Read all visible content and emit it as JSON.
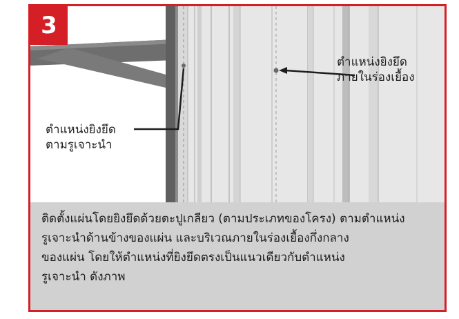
{
  "step": {
    "number": "3"
  },
  "callouts": {
    "left": {
      "line1": "ตำแหน่งยิงยึด",
      "line2": "ตามรูเจาะนำ"
    },
    "right": {
      "line1": "ตำแหน่งยิงยึด",
      "line2": "ภายในร่องเยื้อง"
    }
  },
  "caption": {
    "lines": [
      "ติดตั้งแผ่นโดยยิงยึดด้วยตะปูเกลียว (ตามประเภทของโครง) ตามตำแหน่ง",
      "รูเจาะนำด้านข้างของแผ่น และบริเวณภายในร่องเยื้องกึ่งกลาง",
      "ของแผ่น โดยให้ตำแหน่งที่ยิงยึดตรงเป็นแนวเดียวกับตำแหน่ง",
      "รูเจาะนำ ดังภาพ"
    ]
  },
  "colors": {
    "frame": "#d51f26",
    "caption_bg": "#d1d1d1",
    "beam": "#6b6b6b"
  },
  "icons": {
    "screw_point_left": "screw-dot",
    "screw_point_right": "screw-dot"
  }
}
